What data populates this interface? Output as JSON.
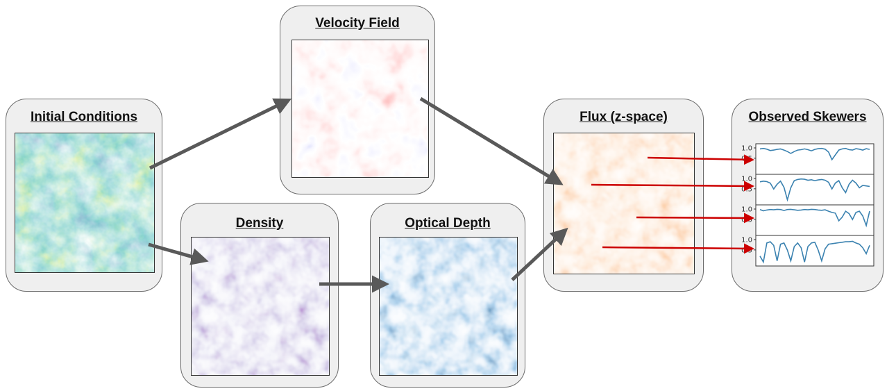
{
  "panels": {
    "initial_conditions": {
      "title": "Initial Conditions"
    },
    "velocity_field": {
      "title": "Velocity Field"
    },
    "density": {
      "title": "Density"
    },
    "optical_depth": {
      "title": "Optical Depth"
    },
    "flux": {
      "title": "Flux (z-space)"
    },
    "observed_skewers": {
      "title": "Observed Skewers"
    }
  },
  "colors": {
    "flow_arrow": "#595959",
    "skewer_arrow": "#cc0000",
    "skewer_line": "#3b82b0",
    "panel_bg": "#efefef",
    "viridis_low": "#3b2f7a",
    "viridis_high": "#e5e419",
    "velocity_neg": "#1a2fcc",
    "velocity_pos": "#d40000",
    "density_high": "#3f0f84",
    "optical_depth_high": "#08306b",
    "flux_high": "#d94801"
  },
  "chart_data": {
    "type": "line",
    "title": "Observed Skewers",
    "yticks": [
      [
        "1.0",
        "0.5"
      ],
      [
        "1.0",
        "0.5"
      ],
      [
        "1.0",
        "0.5"
      ],
      [
        "1.0",
        "0.5"
      ]
    ],
    "series": [
      {
        "values": [
          0.95,
          0.97,
          0.94,
          0.88,
          0.9,
          0.93,
          0.95,
          0.9,
          0.84,
          0.76,
          0.84,
          0.9,
          0.92,
          0.95,
          0.92,
          0.87,
          0.93,
          0.96,
          0.97,
          0.94,
          0.82,
          0.5,
          0.7,
          0.9,
          0.95,
          0.97,
          0.92,
          0.9,
          0.96,
          0.94,
          0.9,
          0.96,
          0.93
        ]
      },
      {
        "values": [
          0.85,
          0.88,
          0.86,
          0.8,
          0.55,
          0.75,
          0.88,
          0.62,
          0.1,
          0.6,
          0.9,
          0.95,
          0.97,
          0.96,
          0.92,
          0.94,
          0.9,
          0.93,
          0.95,
          0.92,
          0.83,
          0.55,
          0.8,
          0.9,
          0.6,
          0.4,
          0.75,
          0.92,
          0.8,
          0.6,
          0.7,
          0.68,
          0.66
        ]
      },
      {
        "values": [
          0.97,
          0.92,
          0.95,
          0.97,
          0.96,
          0.98,
          0.97,
          0.93,
          0.97,
          0.98,
          0.96,
          0.94,
          0.95,
          0.97,
          0.96,
          0.98,
          0.97,
          0.95,
          0.94,
          0.96,
          0.9,
          0.85,
          0.82,
          0.5,
          0.65,
          0.9,
          0.8,
          0.55,
          0.85,
          0.9,
          0.7,
          0.3,
          0.9
        ]
      },
      {
        "values": [
          0.3,
          0.05,
          0.85,
          0.9,
          0.75,
          0.1,
          0.8,
          0.85,
          0.55,
          0.1,
          0.7,
          0.85,
          0.65,
          0.05,
          0.7,
          0.85,
          0.88,
          0.55,
          0.1,
          0.6,
          0.8,
          0.82,
          0.84,
          0.86,
          0.88,
          0.9,
          0.9,
          0.92,
          0.85,
          0.8,
          0.65,
          0.4,
          0.75
        ]
      }
    ]
  }
}
